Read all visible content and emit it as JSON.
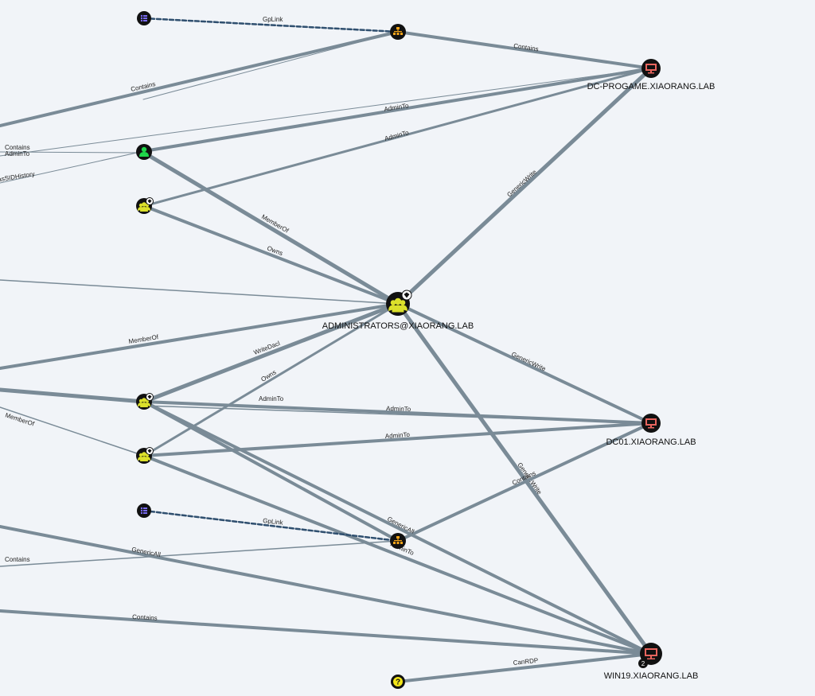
{
  "nodes": {
    "dc_progame": {
      "label": "DC-PROGAME.XIAORANG.LAB",
      "kind": "computer-icon"
    },
    "admins": {
      "label": "ADMINISTRATORS@XIAORANG.LAB",
      "kind": "group-icon"
    },
    "dc01": {
      "label": "DC01.XIAORANG.LAB",
      "kind": "computer-icon"
    },
    "win19": {
      "label": "WIN19.XIAORANG.LAB",
      "kind": "computer-icon",
      "badge": "2"
    },
    "gpo_top": {
      "label": "",
      "kind": "gpo-icon"
    },
    "gpo_bottom": {
      "label": "",
      "kind": "gpo-icon"
    },
    "ou_top": {
      "label": "",
      "kind": "ou-icon"
    },
    "ou_bottom": {
      "label": "",
      "kind": "ou-icon"
    },
    "user_green": {
      "label": "",
      "kind": "user-icon"
    },
    "group_a": {
      "label": "",
      "kind": "group-icon"
    },
    "group_b": {
      "label": "",
      "kind": "group-icon"
    },
    "group_c": {
      "label": "",
      "kind": "group-icon"
    },
    "unknown": {
      "label": "",
      "kind": "unknown-icon"
    }
  },
  "edge_labels": {
    "gplink_top": "GpLink",
    "contains_ou_dc": "Contains",
    "contains_left_top": "Contains",
    "adminto_green_dc": "AdminTo",
    "adminto_groupa_dc": "AdminTo",
    "contains_left_mid": "Contains",
    "adminto_left": "AdminTo",
    "hassidhistory": "HasSIDHistory",
    "genericwrite_admins_dc": "GenericWrite",
    "memberof_green": "MemberOf",
    "owns_groupa": "Owns",
    "memberof_left": "MemberOf",
    "writedacl": "WriteDacl",
    "owns_groupc": "Owns",
    "genericwrite_admins_dc01": "GenericWrite",
    "adminto_groupb_1": "AdminTo",
    "adminto_groupb_2": "AdminTo",
    "memberof_left2": "MemberOf",
    "adminto_groupc": "AdminTo",
    "contains_ou_dc01": "Contains",
    "genericwrite_admins_win19": "GenericWrite",
    "gplink_bottom": "GpLink",
    "genericall_groupb": "GenericAll",
    "adminto_groupc_win19": "AdminTo",
    "contains_left_low": "Contains",
    "genericall_left": "GenericAll",
    "contains_left_bottom": "Contains",
    "canrdp": "CanRDP"
  },
  "colors": {
    "background": "#f1f4f8",
    "edge": "#7a8b97",
    "gplink": "#2f4f6f",
    "computer": "#e8655e",
    "group": "#dbe02b",
    "user": "#1fd64a",
    "ou": "#f2a31a",
    "gpo": "#7a6cf2",
    "unknown": "#f2e51a"
  }
}
